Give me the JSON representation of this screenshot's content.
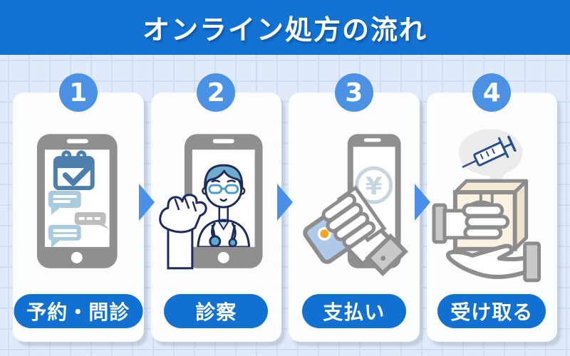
{
  "header": {
    "title": "オンライン処方の流れ"
  },
  "colors": {
    "background": "#e1eafa",
    "grid_line": "#cddff5",
    "header_bg": "#1273d4",
    "title_color": "#ffffff",
    "card_bg": "#fcfdfe",
    "step_number_bg": "#4b92e4",
    "label_pill_bg": "#1171d3",
    "arrow": "#4a90e8",
    "illustration_gray": "#8f8f8f",
    "illustration_blue": "#a9cbde",
    "illustration_navy": "#1d2b5f"
  },
  "steps": [
    {
      "number": "1",
      "label": "予約・問診",
      "icon": "calendar-chat-smartphone-icon"
    },
    {
      "number": "2",
      "label": "診察",
      "icon": "doctor-video-call-icon"
    },
    {
      "number": "3",
      "label": "支払い",
      "icon": "credit-card-payment-icon",
      "screen_symbol": "¥"
    },
    {
      "number": "4",
      "label": "受け取る",
      "icon": "medicine-package-handover-icon"
    }
  ]
}
